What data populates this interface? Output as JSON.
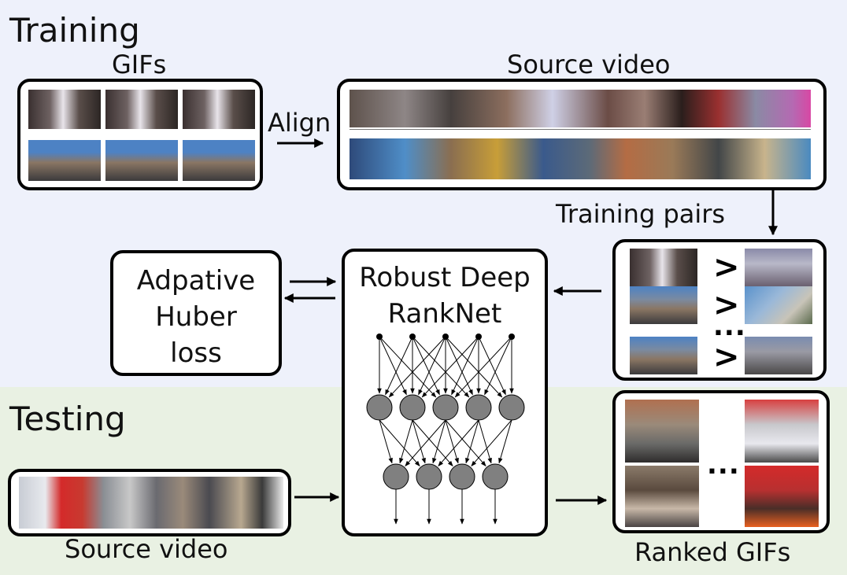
{
  "sections": {
    "training": "Training",
    "testing": "Testing"
  },
  "labels": {
    "gifs": "GIFs",
    "source_video_top": "Source video",
    "align": "Align",
    "training_pairs": "Training pairs",
    "source_video_bottom": "Source video",
    "ranked_gifs": "Ranked GIFs"
  },
  "boxes": {
    "loss_line1": "Adpative",
    "loss_line2": "Huber",
    "loss_line3": "loss",
    "net_line1": "Robust Deep",
    "net_line2": "RankNet"
  },
  "pairs": {
    "operator": ">",
    "ellipsis": "..."
  },
  "ranked": {
    "ellipsis": "..."
  },
  "colors": {
    "training_bg": "#eef1fb",
    "testing_bg": "#e9f1e3",
    "node_fill": "#808080",
    "border": "#000000"
  }
}
